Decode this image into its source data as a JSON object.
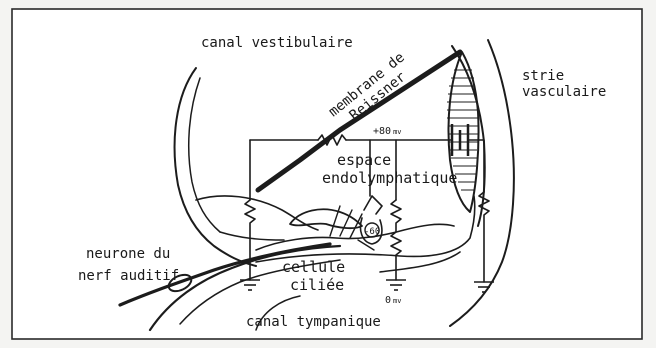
{
  "labels": {
    "canal_vestibulaire": "canal vestibulaire",
    "membrane_line1": "membrane de",
    "membrane_line2": "Reissner",
    "strie_line1": "strie",
    "strie_line2": "vasculaire",
    "voltage_top": "+80",
    "voltage_top_unit": "mv",
    "espace_line1": "espace",
    "espace_line2": "endolymphatique",
    "voltage_cell": "-60",
    "neurone_line1": "neurone du",
    "neurone_line2": "nerf auditif",
    "cellule_line1": "cellule",
    "cellule_line2": "ciliée",
    "voltage_bottom": "0",
    "voltage_bottom_unit": "mv",
    "canal_tympanique": "canal tympanique"
  }
}
